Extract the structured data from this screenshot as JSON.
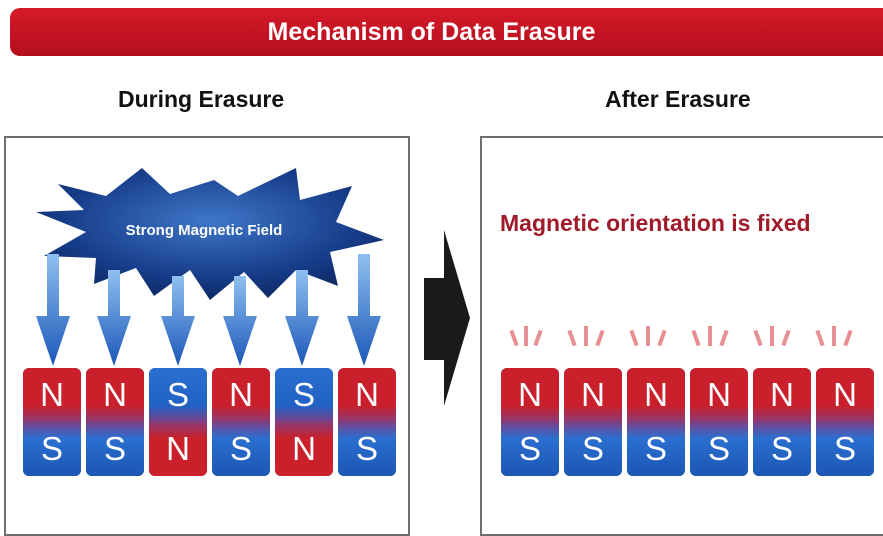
{
  "banner": {
    "title": "Mechanism of Data Erasure"
  },
  "left": {
    "title": "During Erasure",
    "field_label": "Strong Magnetic Field",
    "magnets": [
      {
        "top": "N",
        "bottom": "S"
      },
      {
        "top": "N",
        "bottom": "S"
      },
      {
        "top": "S",
        "bottom": "N"
      },
      {
        "top": "N",
        "bottom": "S"
      },
      {
        "top": "S",
        "bottom": "N"
      },
      {
        "top": "N",
        "bottom": "S"
      }
    ]
  },
  "right": {
    "title": "After Erasure",
    "caption": "Magnetic orientation is fixed",
    "magnets": [
      {
        "top": "N",
        "bottom": "S"
      },
      {
        "top": "N",
        "bottom": "S"
      },
      {
        "top": "N",
        "bottom": "S"
      },
      {
        "top": "N",
        "bottom": "S"
      },
      {
        "top": "N",
        "bottom": "S"
      },
      {
        "top": "N",
        "bottom": "S"
      }
    ]
  },
  "colors": {
    "accent": "#c9202b",
    "blue": "#1e5fc2",
    "caption": "#a01b2a"
  }
}
